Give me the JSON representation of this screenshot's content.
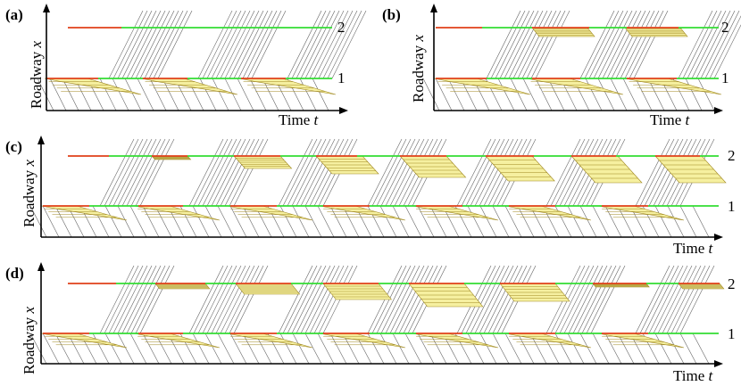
{
  "colors": {
    "red": "#e0401a",
    "green": "#33dd33",
    "hatch": "#666666",
    "queue_fill": "#f6f0a0",
    "queue_line": "#a08820",
    "axis": "#000000"
  },
  "panels": [
    {
      "id": "a",
      "letter": "(a)",
      "y_axis_label": "Roadway x",
      "x_axis_label": "Time t",
      "signal_labels": [
        "1",
        "2"
      ]
    },
    {
      "id": "b",
      "letter": "(b)",
      "y_axis_label": "Roadway x",
      "x_axis_label": "Time t",
      "signal_labels": [
        "1",
        "2"
      ]
    },
    {
      "id": "c",
      "letter": "(c)",
      "y_axis_label": "Roadway x",
      "x_axis_label": "Time t",
      "signal_labels": [
        "1",
        "2"
      ]
    },
    {
      "id": "d",
      "letter": "(d)",
      "y_axis_label": "Roadway x",
      "x_axis_label": "Time t",
      "signal_labels": [
        "1",
        "2"
      ]
    }
  ]
}
